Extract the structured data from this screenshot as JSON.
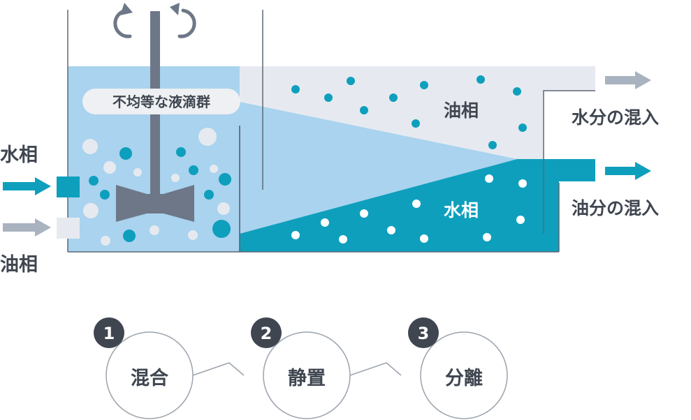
{
  "diagram": {
    "droplet_label": "不均等な液滴群",
    "inlet_water_label": "水相",
    "inlet_oil_label": "油相",
    "oil_phase_label": "油相",
    "water_phase_label": "水相",
    "outlet_top_label": "水分の混入",
    "outlet_bottom_label": "油分の混入",
    "icons": [
      "rotate-arrow-left-icon",
      "rotate-arrow-right-icon",
      "arrow-right-icon"
    ],
    "colors": {
      "water_dark": "#0e9fbd",
      "water_light": "#a9d3ee",
      "oil_light": "#e6eaf0",
      "arrow_grey": "#a9b2bf",
      "frame": "#5f6877"
    }
  },
  "steps": [
    {
      "number": "1",
      "label": "混合"
    },
    {
      "number": "2",
      "label": "静置"
    },
    {
      "number": "3",
      "label": "分離"
    }
  ]
}
